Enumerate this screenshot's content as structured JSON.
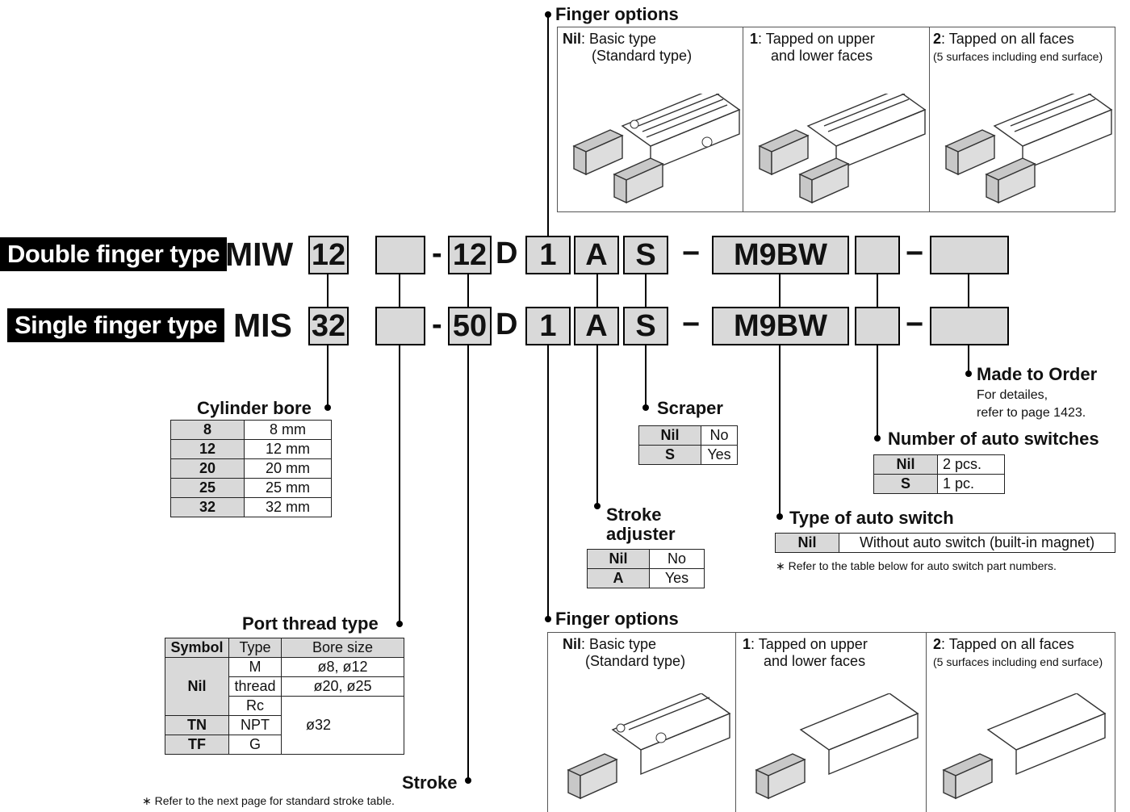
{
  "labels": {
    "double": "Double finger type",
    "single": "Single finger type"
  },
  "rows": {
    "double": {
      "series": "MIW",
      "bore": "12",
      "stroke": "12",
      "d": "D",
      "finger": "1",
      "adjuster": "A",
      "scraper": "S",
      "switch": "M9BW",
      "dash": "-",
      "dash2": "−"
    },
    "single": {
      "series": "MIS",
      "bore": "32",
      "stroke": "50",
      "d": "D",
      "finger": "1",
      "adjuster": "A",
      "scraper": "S",
      "switch": "M9BW",
      "dash": "-",
      "dash2": "−"
    }
  },
  "cylinder_bore": {
    "title": "Cylinder bore",
    "rows": [
      [
        "8",
        "8 mm"
      ],
      [
        "12",
        "12 mm"
      ],
      [
        "20",
        "20 mm"
      ],
      [
        "25",
        "25 mm"
      ],
      [
        "32",
        "32 mm"
      ]
    ]
  },
  "port_thread": {
    "title": "Port thread type",
    "headers": [
      "Symbol",
      "Type",
      "Bore size"
    ],
    "nil": "Nil",
    "m": "M",
    "thread": "thread",
    "b1": "ø8, ø12",
    "b2": "ø20, ø25",
    "rc": "Rc",
    "tn": "TN",
    "npt": "NPT",
    "tf": "TF",
    "g": "G",
    "b3": "ø32"
  },
  "stroke": {
    "title": "Stroke",
    "note": "∗ Refer to the next page for standard stroke table."
  },
  "scraper": {
    "title": "Scraper",
    "rows": [
      [
        "Nil",
        "No"
      ],
      [
        "S",
        "Yes"
      ]
    ]
  },
  "adjuster": {
    "title1": "Stroke",
    "title2": "adjuster",
    "rows": [
      [
        "Nil",
        "No"
      ],
      [
        "A",
        "Yes"
      ]
    ]
  },
  "made_to_order": {
    "title": "Made to Order",
    "line1": "For detailes,",
    "line2": "refer to page 1423."
  },
  "num_switches": {
    "title": "Number of auto switches",
    "rows": [
      [
        "Nil",
        "2 pcs."
      ],
      [
        "S",
        "1 pc."
      ]
    ]
  },
  "switch_type": {
    "title": "Type of auto switch",
    "nil": "Nil",
    "desc": "Without auto switch (built-in magnet)",
    "note": "∗ Refer to the table below for auto switch part numbers."
  },
  "finger_top": {
    "title": "Finger options",
    "cells": [
      {
        "sym": "Nil",
        "l1": ": Basic type",
        "l2": "(Standard type)"
      },
      {
        "sym": "1",
        "l1": ": Tapped on upper",
        "l2": "and lower faces"
      },
      {
        "sym": "2",
        "l1": ": Tapped on all faces",
        "l2": "(5 surfaces including end surface)"
      }
    ]
  },
  "finger_bottom": {
    "title": "Finger options",
    "cells": [
      {
        "sym": "Nil",
        "l1": ": Basic type",
        "l2": "(Standard type)"
      },
      {
        "sym": "1",
        "l1": ": Tapped on upper",
        "l2": "and lower faces"
      },
      {
        "sym": "2",
        "l1": ": Tapped on all faces",
        "l2": "(5 surfaces including end surface)"
      }
    ]
  }
}
